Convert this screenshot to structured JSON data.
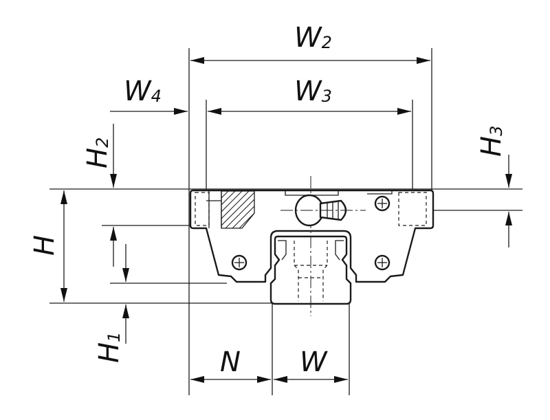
{
  "dimensions": {
    "W2": {
      "main": "W",
      "sub": "2"
    },
    "W3": {
      "main": "W",
      "sub": "3"
    },
    "W4": {
      "main": "W",
      "sub": "4"
    },
    "H2": {
      "main": "H",
      "sub": "2"
    },
    "H3": {
      "main": "H",
      "sub": "3"
    },
    "H": {
      "main": "H"
    },
    "H1": {
      "main": "H",
      "sub": "1"
    },
    "N": {
      "main": "N"
    },
    "W": {
      "main": "W"
    }
  }
}
